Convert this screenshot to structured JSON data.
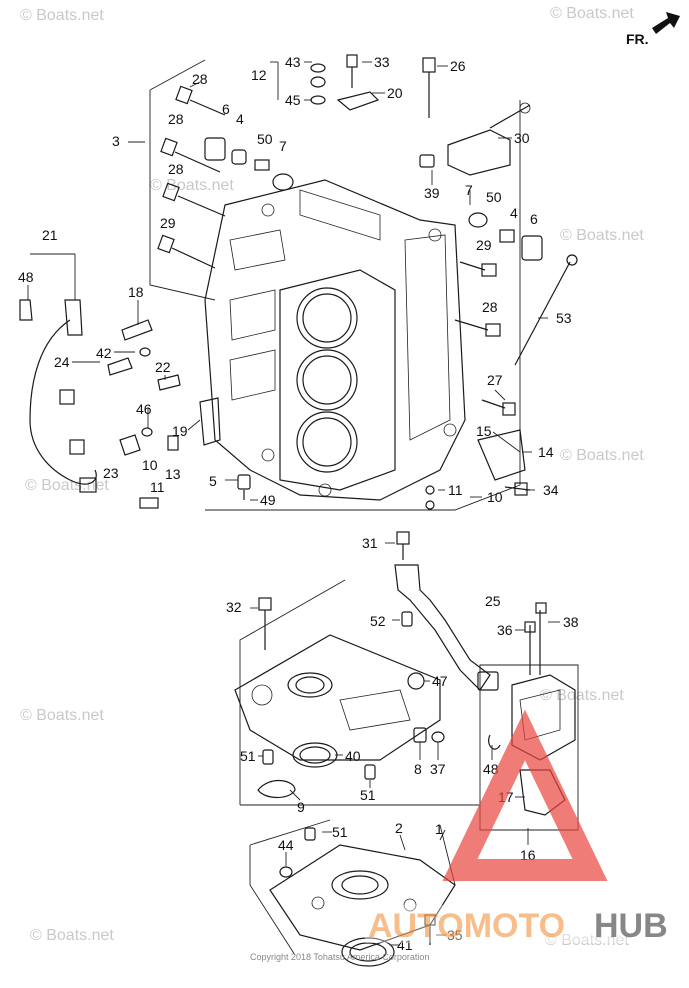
{
  "orientation": {
    "label": "FR."
  },
  "callouts": {
    "c1": "1",
    "c2": "2",
    "c3": "3",
    "c4": "4",
    "c5": "5",
    "c6": "6",
    "c7": "7",
    "c8": "8",
    "c9": "9",
    "c10": "10",
    "c11": "11",
    "c12": "12",
    "c13": "13",
    "c14": "14",
    "c15": "15",
    "c16": "16",
    "c17": "17",
    "c18": "18",
    "c19": "19",
    "c20": "20",
    "c21": "21",
    "c22": "22",
    "c23": "23",
    "c24": "24",
    "c25": "25",
    "c26": "26",
    "c27": "27",
    "c28": "28",
    "c29": "29",
    "c30": "30",
    "c31": "31",
    "c32": "32",
    "c33": "33",
    "c34": "34",
    "c35": "35",
    "c36": "36",
    "c37": "37",
    "c38": "38",
    "c39": "39",
    "c40": "40",
    "c41": "41",
    "c42": "42",
    "c43": "43",
    "c44": "44",
    "c45": "45",
    "c46": "46",
    "c47": "47",
    "c48": "48",
    "c49": "49",
    "c50": "50",
    "c51": "51",
    "c52": "52",
    "c53": "53"
  },
  "watermark": {
    "text": "© Boats.net"
  },
  "copyright": "Copyright 2018 Tohatsu America Corporation",
  "logo": {
    "part1": "AUTOMOTO",
    "part2": "HUB",
    "color_primary": "#f4a25a",
    "color_triangle": "#e8453c"
  }
}
